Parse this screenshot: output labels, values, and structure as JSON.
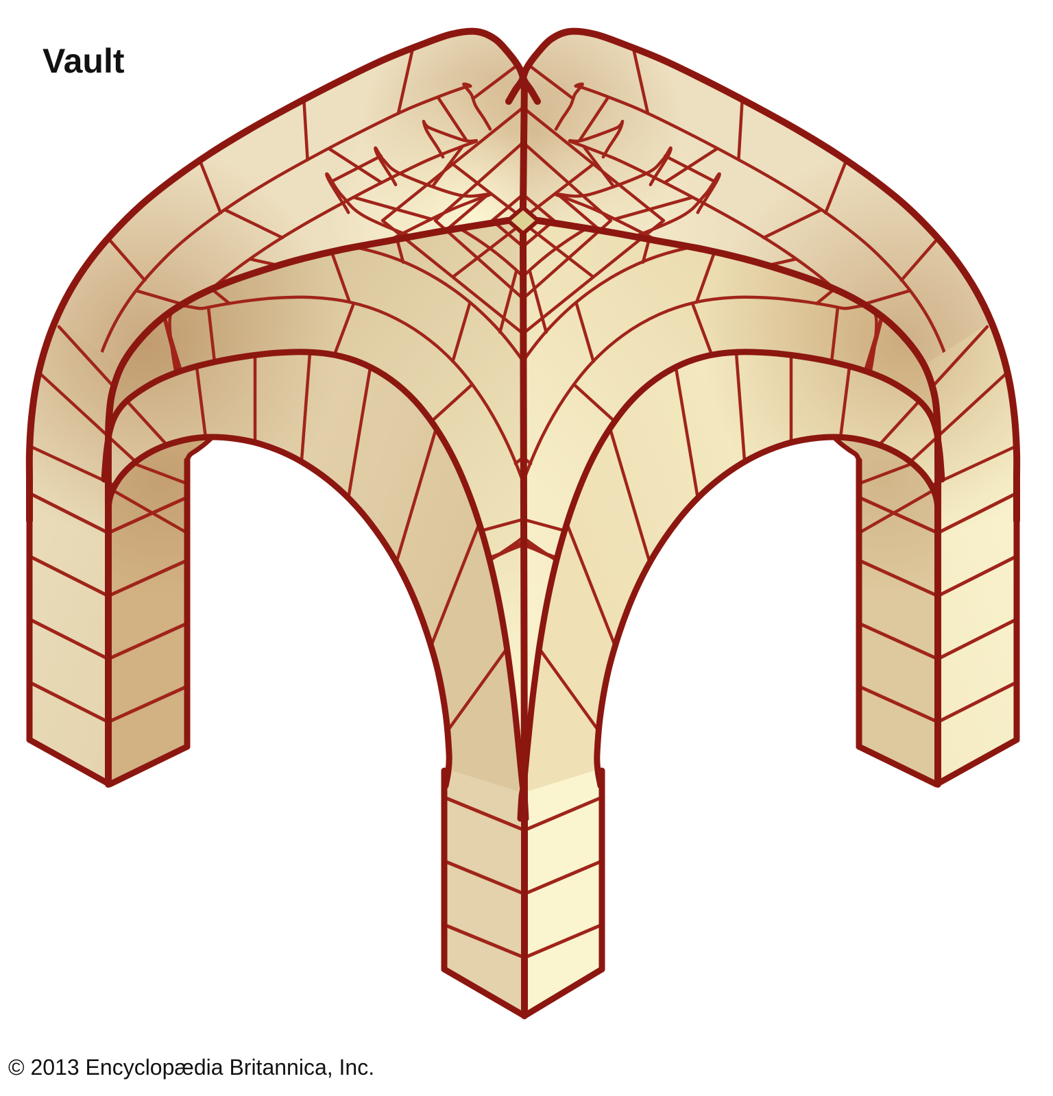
{
  "figure": {
    "title": "Vault",
    "copyright": "© 2013 Encyclopædia Britannica, Inc.",
    "subject": "groin vault isometric drawing"
  },
  "colors": {
    "background": "#ffffff",
    "text": "#111111",
    "line_thick": "#8C1710",
    "line_thin": "#A0241A",
    "web_cream": "#EDE0C0",
    "web_front_left_dark": "#D8C29A",
    "web_front_left_light": "#F5ECC2",
    "web_front_right_dark": "#E9D8AC",
    "web_front_right_light": "#FBF4D0",
    "shade_dark": "#B08050",
    "highlight": "#FFFAD6",
    "band_left_light": "#E9DBB8",
    "band_left_dark": "#DCC69D",
    "band_right_light": "#F8F1CB",
    "band_right_dark": "#EFE0B5",
    "soffit_left": "#D2B183",
    "soffit_right": "#DEC89D",
    "pier_side_dark": "#D3B786",
    "pier_front_left": "#E3D2AB",
    "pier_front_right": "#FAF4CF",
    "keystone": "#DDD292"
  }
}
